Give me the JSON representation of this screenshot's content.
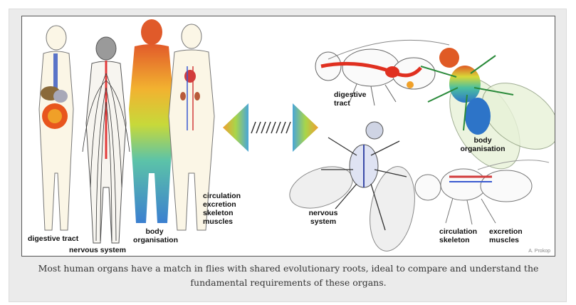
{
  "figure": {
    "human_labels": {
      "digestive": "digestive tract",
      "nervous": "nervous system",
      "body": "body organisation",
      "circ": [
        "circulation",
        "excretion",
        "skeleton",
        "muscles"
      ]
    },
    "fly_labels": {
      "digestive": "digestive tract",
      "body": "body organisation",
      "nervous": "nervous system",
      "circ": [
        "circulation",
        "skeleton"
      ],
      "excr": [
        "excretion",
        "muscles"
      ]
    },
    "credit": "A. Prokop"
  },
  "caption": "Most human organs have a match in flies with shared evolutionary roots, ideal to compare and understand the fundamental requirements of these organs.",
  "colors": {
    "frame": "#ebebeb",
    "figure_bg": "#ffffff",
    "caption_text": "#333333"
  }
}
